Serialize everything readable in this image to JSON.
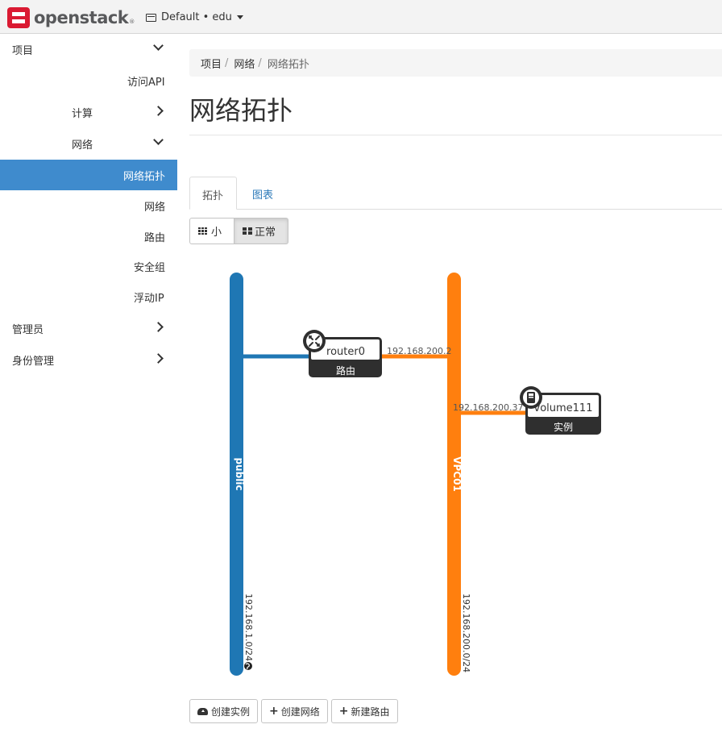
{
  "navbar": {
    "logo_text": "openstack",
    "logo_reg": "®",
    "project_label": "Default • edu"
  },
  "sidebar": {
    "items": [
      {
        "label": "项目"
      },
      {
        "label": "访问API"
      },
      {
        "label": "计算"
      },
      {
        "label": "网络"
      },
      {
        "label": "网络拓扑"
      },
      {
        "label": "网络"
      },
      {
        "label": "路由"
      },
      {
        "label": "安全组"
      },
      {
        "label": "浮动IP"
      },
      {
        "label": "管理员"
      },
      {
        "label": "身份管理"
      }
    ]
  },
  "breadcrumb": [
    "项目",
    "网络",
    "网络拓扑"
  ],
  "page_title": "网络拓扑",
  "tabs": [
    {
      "label": "拓扑"
    },
    {
      "label": "图表"
    }
  ],
  "view_toggle": {
    "small_label": "小",
    "normal_label": "正常"
  },
  "topology": {
    "networks": [
      {
        "name": "public",
        "cidr": "192.168.1.0/24",
        "color": "#1f77b4",
        "external": true
      },
      {
        "name": "VPC01",
        "cidr": "192.168.200.0/24",
        "color": "#ff7f0e",
        "external": false
      }
    ],
    "devices": [
      {
        "name": "router0",
        "type_label": "路由",
        "port_ip": "192.168.200.2"
      },
      {
        "name": "volume111",
        "type_label": "实例",
        "port_ip": "192.168.200.37"
      }
    ]
  },
  "actions": {
    "create_instance": "创建实例",
    "create_network": "创建网络",
    "create_router": "新建路由"
  }
}
